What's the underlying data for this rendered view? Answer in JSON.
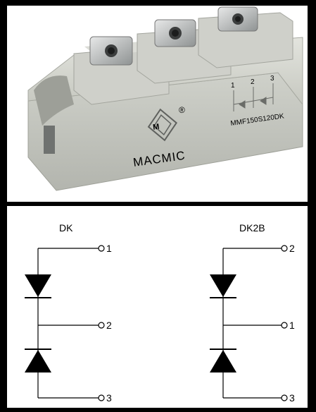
{
  "product_photo": {
    "brand": "MACMIC",
    "part_number": "MMF150S120DK",
    "case_pin_labels": [
      "1",
      "2",
      "3"
    ],
    "registered_mark": "®"
  },
  "diagram": {
    "left": {
      "title": "DK",
      "terminals": [
        "1",
        "2",
        "3"
      ]
    },
    "right": {
      "title": "DK2B",
      "terminals": [
        "2",
        "1",
        "3"
      ]
    }
  },
  "colors": {
    "frame": "#000000",
    "panel": "#ffffff",
    "module_body": "#c9cbc4",
    "terminal_metal": "#aeb1b0"
  }
}
